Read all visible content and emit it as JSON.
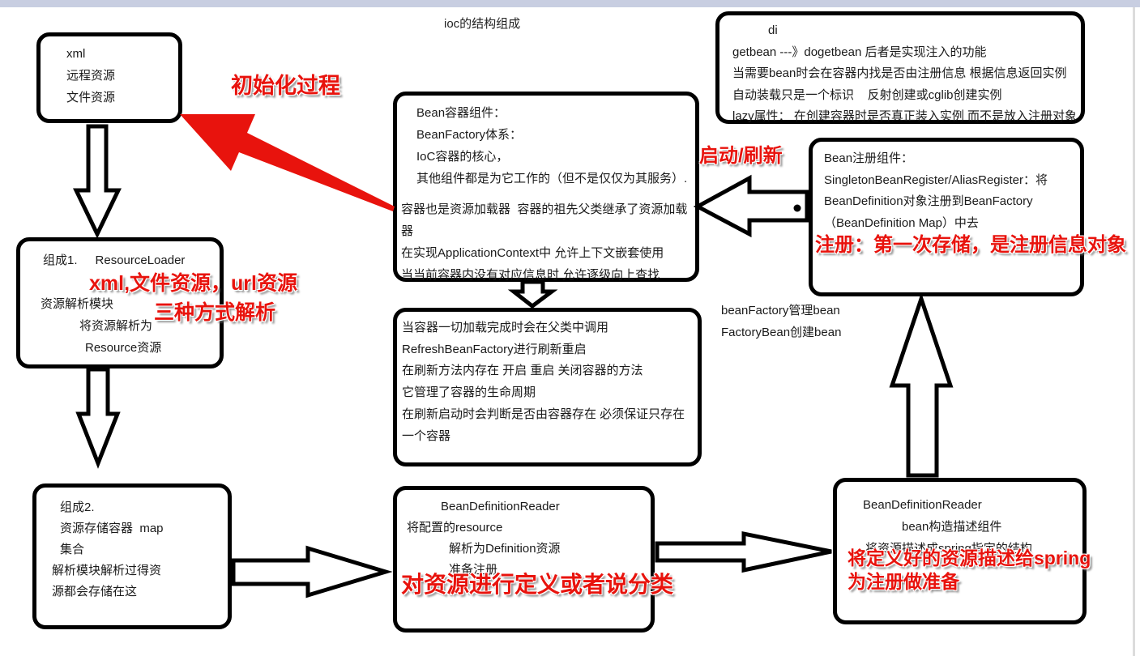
{
  "page": {
    "title": "ioc的结构组成"
  },
  "colors": {
    "accent_red": "#e8130d",
    "topbar": "#c8cee1"
  },
  "xml_box": {
    "lines": [
      "xml",
      "远程资源",
      "文件资源"
    ]
  },
  "comp1_box": {
    "label": "组成1.",
    "title": "ResourceLoader",
    "lines": [
      "资源解析模块",
      "将资源解析为",
      "Resource资源"
    ]
  },
  "comp2_box": {
    "lines": [
      "组成2.",
      "资源存储容器  map",
      "集合",
      "解析模块解析过得资",
      "源都会存储在这"
    ]
  },
  "container_box": {
    "lines": [
      "Bean容器组件：",
      "BeanFactory体系：",
      "IoC容器的核心，",
      "其他组件都是为它工作的（但不是仅仅为其服务）.",
      "容器也是资源加载器  容器的祖先父类继承了资源加载器",
      "在实现ApplicationContext中 允许上下文嵌套使用",
      "当当前容器内没有对应信息时 允许逐级向上查找"
    ]
  },
  "refresh_box": {
    "lines": [
      "当容器一切加载完成时会在父类中调用",
      "RefreshBeanFactory进行刷新重启",
      "在刷新方法内存在 开启 重启 关闭容器的方法",
      "它管理了容器的生命周期",
      "在刷新启动时会判断是否由容器存在 必须保证只存在",
      "一个容器"
    ]
  },
  "di_box": {
    "lines": [
      "di",
      "getbean ---》dogetbean 后者是实现注入的功能",
      "当需要bean时会在容器内找是否由注册信息 根据信息返回实例",
      "自动装载只是一个标识    反射创建或cglib创建实例",
      "lazy属性： 在创建容器时是否真正装入实例 而不是放入注册对象"
    ]
  },
  "register_box": {
    "lines": [
      "Bean注册组件：",
      "SingletonBeanRegister/AliasRegister：将",
      "BeanDefinition对象注册到BeanFactory",
      "（BeanDefinition Map）中去"
    ],
    "note": "注册：第一次存储，是注册信息对象"
  },
  "reader_box": {
    "title": "BeanDefinitionReader",
    "lines": [
      "将配置的resource",
      "解析为Definition资源",
      "准备注册"
    ],
    "note": "对资源进行定义或者说分类"
  },
  "reader2_box": {
    "title": "BeanDefinitionReader",
    "subtitle": "bean构造描述组件",
    "line": "将资源描述成spring指定的结构",
    "note_line1": "将定义好的资源描述给spring",
    "note_line2": "为注册做准备"
  },
  "annotations": {
    "init_process": "初始化过程",
    "start_refresh": "启动/刷新",
    "resource_ways_line1": "xml,文件资源，url资源",
    "resource_ways_line2": "三种方式解析",
    "beanfactory_note_line1": "beanFactory管理bean",
    "beanfactory_note_line2": "FactoryBean创建bean"
  }
}
